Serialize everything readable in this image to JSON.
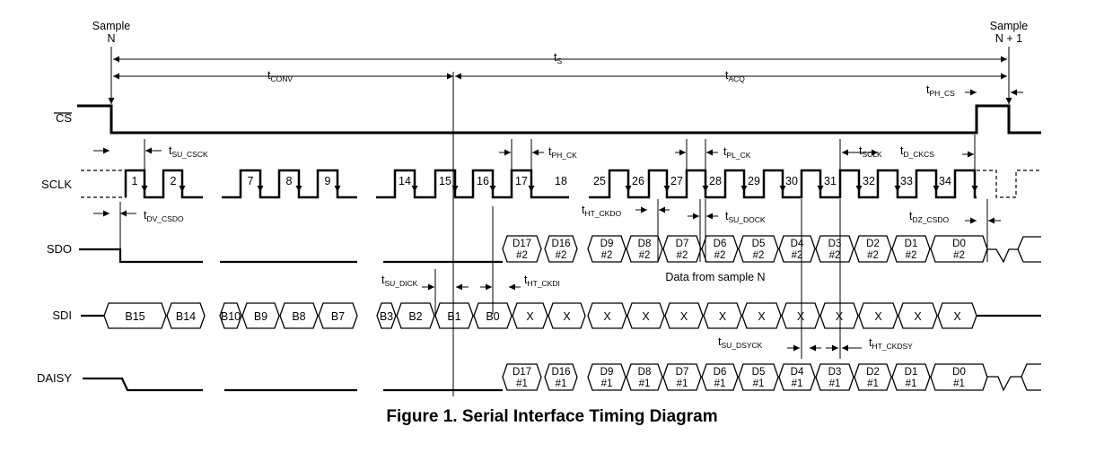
{
  "caption": "Figure 1.  Serial Interface Timing Diagram",
  "signals": [
    "CS",
    "SCLK",
    "SDO",
    "SDI",
    "DAISY"
  ],
  "sample_n": [
    "Sample",
    "N"
  ],
  "sample_n1": [
    "Sample",
    "N + 1"
  ],
  "period_labels": {
    "ts": [
      "t",
      "S"
    ],
    "tconv": [
      "t",
      "CONV"
    ],
    "tacq": [
      "t",
      "ACQ"
    ],
    "tph_cs": [
      "t",
      "PH_CS"
    ]
  },
  "sclk_numbers": [
    "1",
    "2",
    "7",
    "8",
    "9",
    "14",
    "15",
    "16",
    "17",
    "18",
    "25",
    "26",
    "27",
    "28",
    "29",
    "30",
    "31",
    "32",
    "33",
    "34"
  ],
  "timing_params": {
    "su_csck": [
      "t",
      "SU_CSCK"
    ],
    "dv_csdo": [
      "t",
      "DV_CSDO"
    ],
    "ph_ck": [
      "t",
      "PH_CK"
    ],
    "pl_ck": [
      "t",
      "PL_CK"
    ],
    "sclk": [
      "t",
      "SCLK"
    ],
    "d_ckcs": [
      "t",
      "D_CKCS"
    ],
    "ht_ckdo": [
      "t",
      "HT_CKDO"
    ],
    "su_dock": [
      "t",
      "SU_DOCK"
    ],
    "dz_csdo": [
      "t",
      "DZ_CSDO"
    ],
    "su_dick": [
      "t",
      "SU_DICK"
    ],
    "ht_ckdi": [
      "t",
      "HT_CKDI"
    ],
    "su_dsyck": [
      "t",
      "SU_DSYCK"
    ],
    "ht_ckdsy": [
      "t",
      "HT_CKDSY"
    ]
  },
  "sdo_cells": [
    [
      "D17",
      "#2"
    ],
    [
      "D16",
      "#2"
    ],
    [
      "D9",
      "#2"
    ],
    [
      "D8",
      "#2"
    ],
    [
      "D7",
      "#2"
    ],
    [
      "D6",
      "#2"
    ],
    [
      "D5",
      "#2"
    ],
    [
      "D4",
      "#2"
    ],
    [
      "D3",
      "#2"
    ],
    [
      "D2",
      "#2"
    ],
    [
      "D1",
      "#2"
    ],
    [
      "D0",
      "#2"
    ]
  ],
  "sdo_note": "Data from sample N",
  "sdi_cells": [
    "B15",
    "B14",
    "B10",
    "B9",
    "B8",
    "B7",
    "B3",
    "B2",
    "B1",
    "B0",
    "X",
    "X",
    "X",
    "X",
    "X",
    "X",
    "X",
    "X",
    "X",
    "X",
    "X",
    "X"
  ],
  "daisy_cells": [
    [
      "D17",
      "#1"
    ],
    [
      "D16",
      "#1"
    ],
    [
      "D9",
      "#1"
    ],
    [
      "D8",
      "#1"
    ],
    [
      "D7",
      "#1"
    ],
    [
      "D6",
      "#1"
    ],
    [
      "D5",
      "#1"
    ],
    [
      "D4",
      "#1"
    ],
    [
      "D3",
      "#1"
    ],
    [
      "D2",
      "#1"
    ],
    [
      "D1",
      "#1"
    ],
    [
      "D0",
      "#1"
    ]
  ]
}
